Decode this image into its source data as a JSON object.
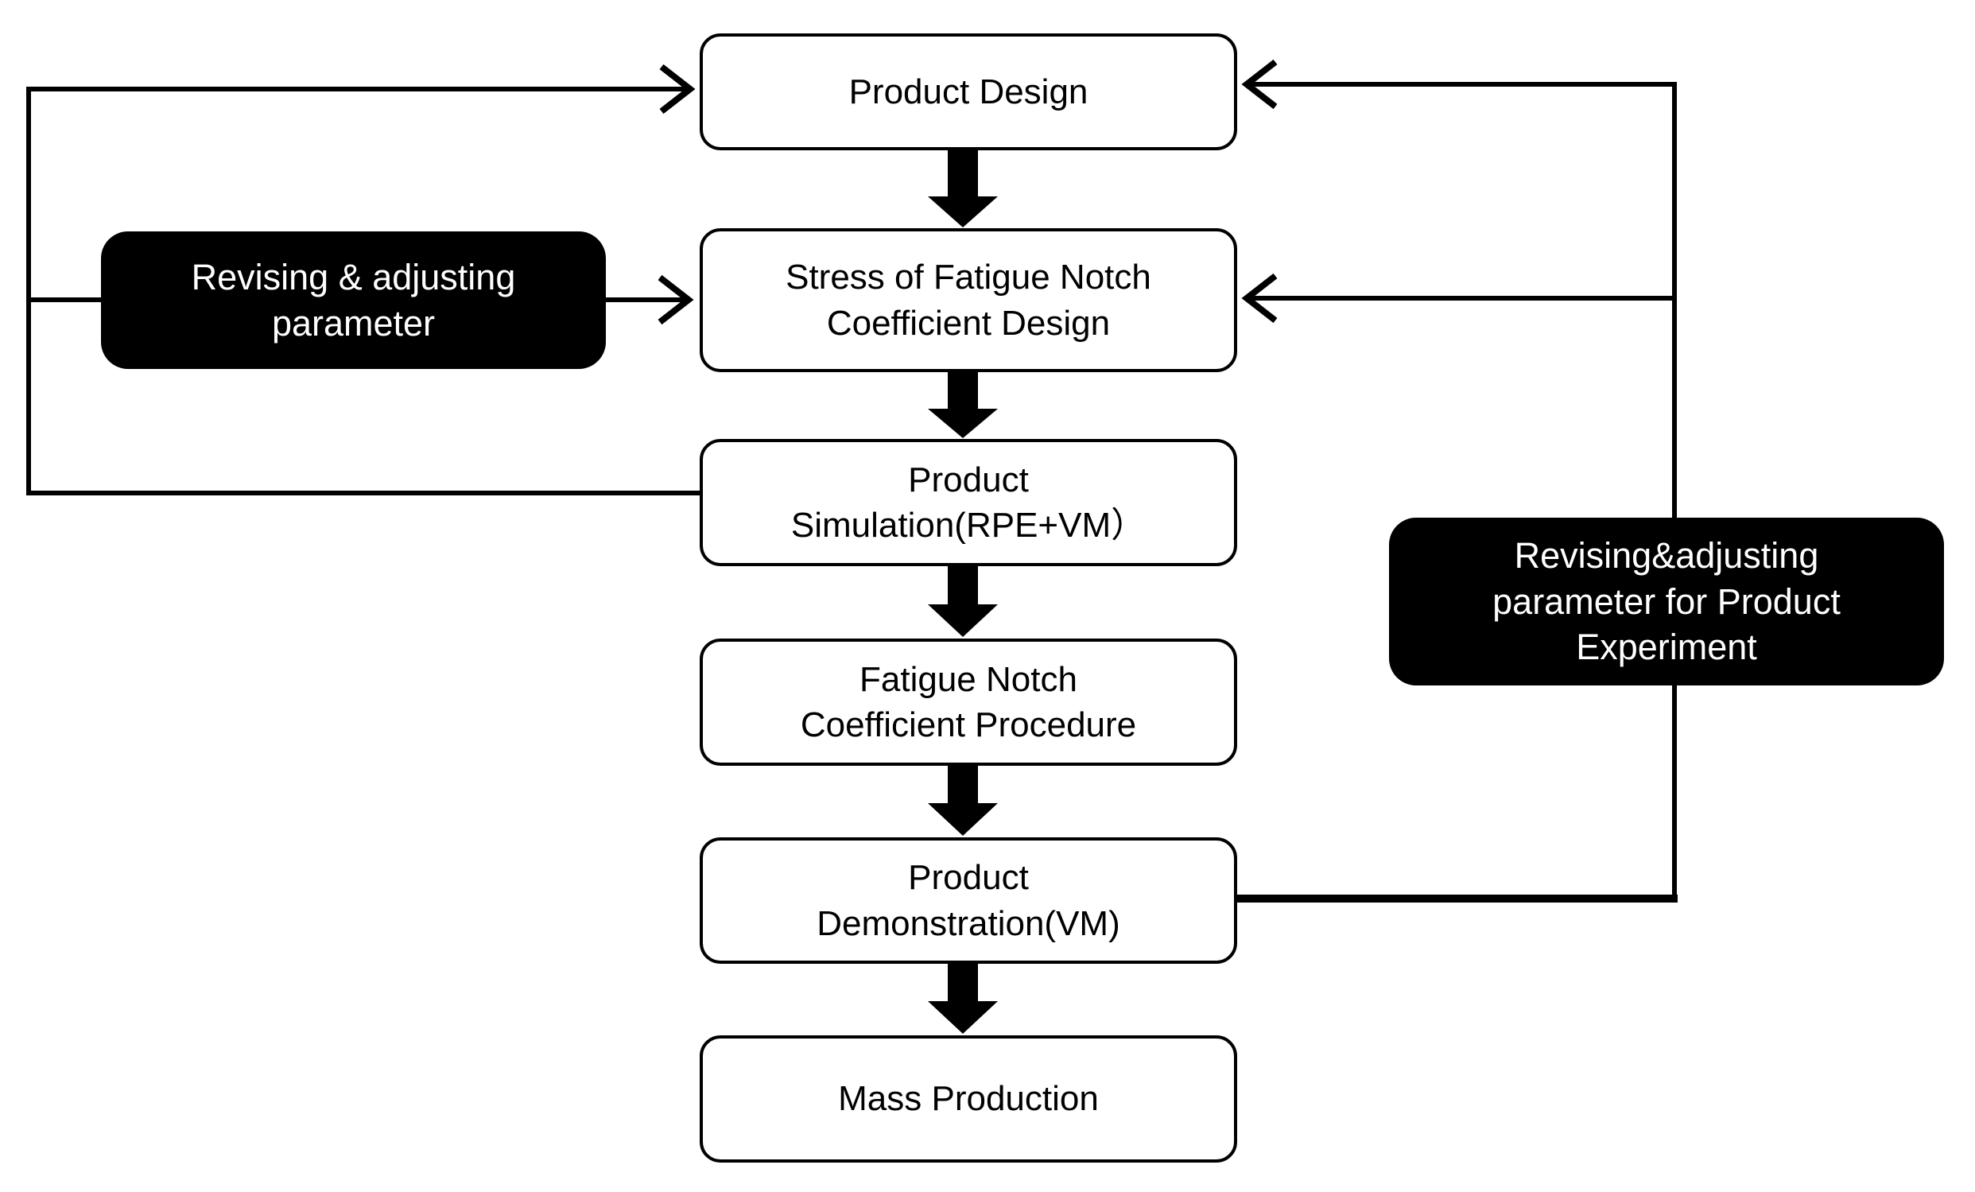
{
  "diagram": {
    "title": "Product design and fatigue notch coefficient process flowchart",
    "nodes": {
      "product_design": {
        "label": "Product Design"
      },
      "stress_design": {
        "label": "Stress of Fatigue Notch\nCoefficient Design"
      },
      "product_simulation": {
        "label": "Product\nSimulation(RPE+VM）"
      },
      "fatigue_procedure": {
        "label": "Fatigue Notch\nCoefficient Procedure"
      },
      "product_demonstration": {
        "label": "Product\nDemonstration(VM)"
      },
      "mass_production": {
        "label": "Mass Production"
      },
      "revising_left": {
        "label": "Revising & adjusting\nparameter"
      },
      "revising_right": {
        "label": "Revising&adjusting\nparameter for Product\nExperiment"
      }
    },
    "colors": {
      "page_bg": "#ffffff",
      "node_fill": "#ffffff",
      "node_border": "#000000",
      "node_text": "#000000",
      "callout_fill": "#000000",
      "callout_text": "#ffffff",
      "connector": "#000000"
    }
  }
}
